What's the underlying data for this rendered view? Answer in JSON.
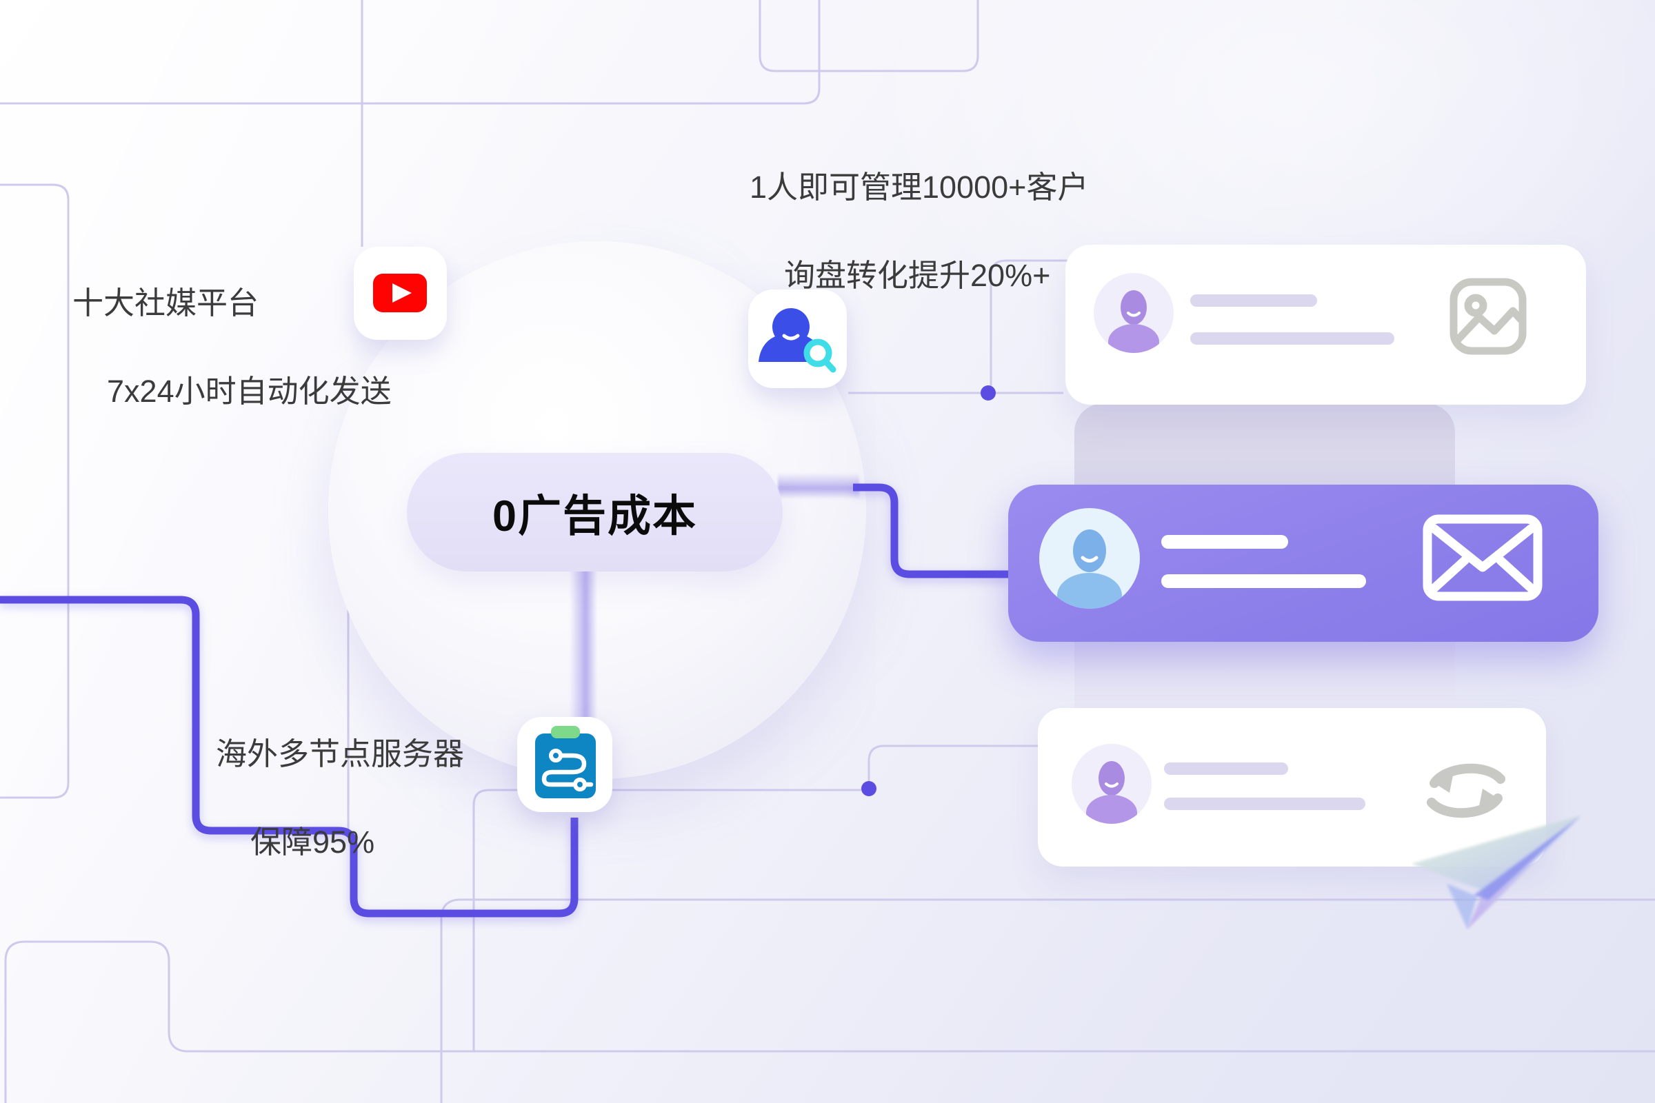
{
  "page": {
    "type": "marketing-diagram",
    "language": "zh-CN"
  },
  "pill": {
    "label": "0广告成本"
  },
  "annotations": {
    "social": {
      "line1": "十大社媒平台",
      "line2": "7x24小时自动化发送"
    },
    "manage": {
      "line1": "1人即可管理10000+客户",
      "line2": "询盘转化提升20%+"
    },
    "server": {
      "line1": "海外多节点服务器",
      "line2": "保障95%"
    }
  },
  "icons": {
    "youtube": "youtube-play-icon",
    "customer_search": "customer-search-icon",
    "workflow": "workflow-clipboard-icon",
    "image_placeholder": "image-placeholder-icon",
    "envelope": "envelope-icon",
    "sync": "sync-arrows-icon",
    "paper_plane": "paper-plane-icon"
  },
  "cards": {
    "top": {
      "icon": "image-placeholder-icon",
      "highlighted": false
    },
    "middle": {
      "icon": "envelope-icon",
      "highlighted": true
    },
    "bottom": {
      "icon": "sync-arrows-icon",
      "highlighted": false
    }
  },
  "colors": {
    "accent_purple": "#5b4de1",
    "card_purple": "#8b7ceb",
    "youtube_red": "#ff0302",
    "person_blue": "#3c4ee8",
    "magnifier_cyan": "#3edde8",
    "clipboard_teal": "#0e86c3",
    "clip_green": "#7fd98b",
    "line_lavender": "#cfcaec",
    "text_dark": "#3b3b3b"
  }
}
